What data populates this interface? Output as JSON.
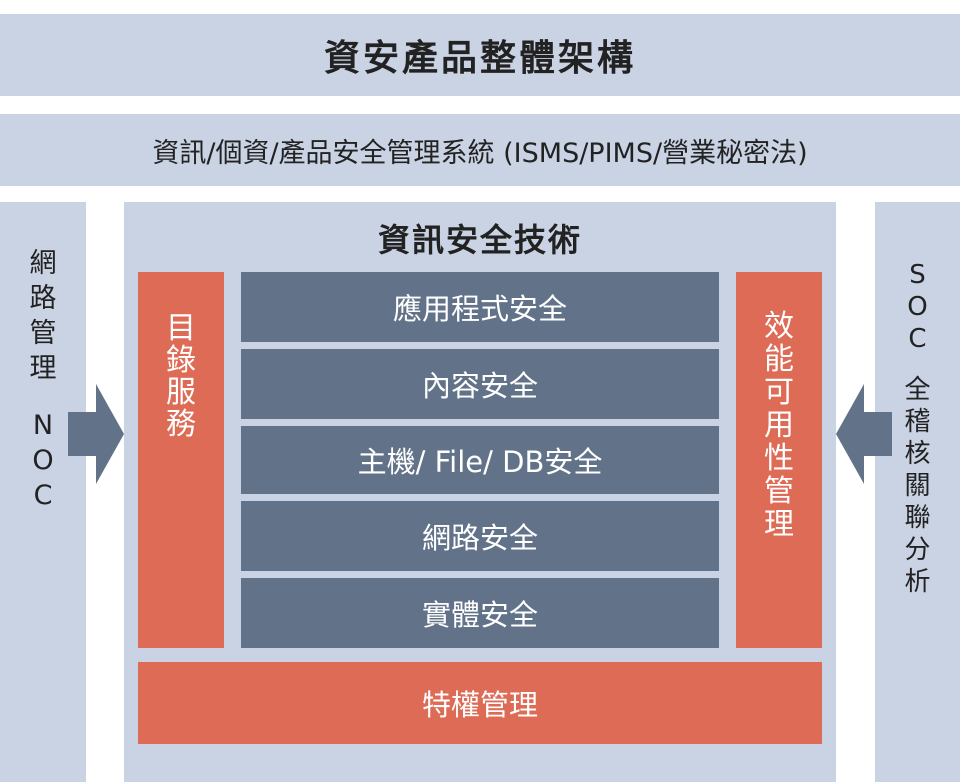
{
  "header": {
    "title": "資安產品整體架構"
  },
  "management_bar": {
    "label": "資訊/個資/產品安全管理系統 (ISMS/PIMS/營業秘密法)"
  },
  "left_column": {
    "label": "網路管理 NOC"
  },
  "right_column": {
    "label": "SOC 全稽核關聯分析"
  },
  "tech_panel": {
    "title": "資訊安全技術",
    "directory_service": "目錄服務",
    "performance_management": "效能可用性管理",
    "layers": [
      "應用程式安全",
      "內容安全",
      "主機/ File/ DB安全",
      "網路安全",
      "實體安全"
    ],
    "privilege_management": "特權管理"
  },
  "colors": {
    "light": "#c9d3e4",
    "slate": "#627389",
    "coral": "#dd6b55"
  }
}
